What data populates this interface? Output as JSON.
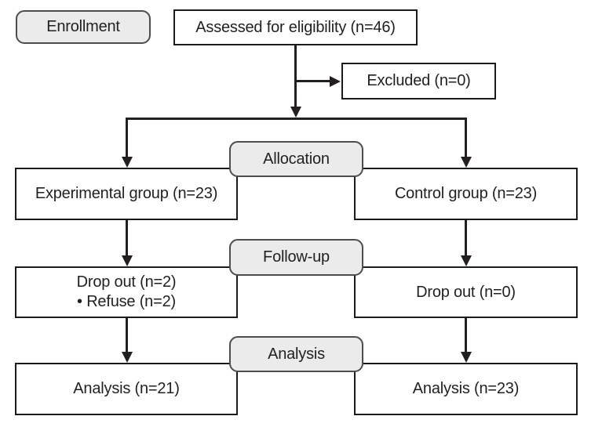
{
  "figure": {
    "stages": {
      "enrollment": "Enrollment",
      "allocation": "Allocation",
      "follow_up": "Follow-up",
      "analysis": "Analysis"
    },
    "nodes": {
      "assessed": "Assessed for eligibility (n=46)",
      "excluded": "Excluded (n=0)",
      "experimental_group": "Experimental group (n=23)",
      "control_group": "Control group (n=23)",
      "dropout_experimental": {
        "line1": "Drop out (n=2)",
        "line2": "• Refuse (n=2)"
      },
      "dropout_control": "Drop out (n=0)",
      "analysis_experimental": "Analysis (n=21)",
      "analysis_control": "Analysis (n=23)"
    },
    "colors": {
      "text": "#231f20",
      "line": "#231f20",
      "box_border": "#1b1b1b",
      "label_fill": "#ebebeb",
      "label_border": "#4d4d4f",
      "bg": "#ffffff"
    }
  }
}
